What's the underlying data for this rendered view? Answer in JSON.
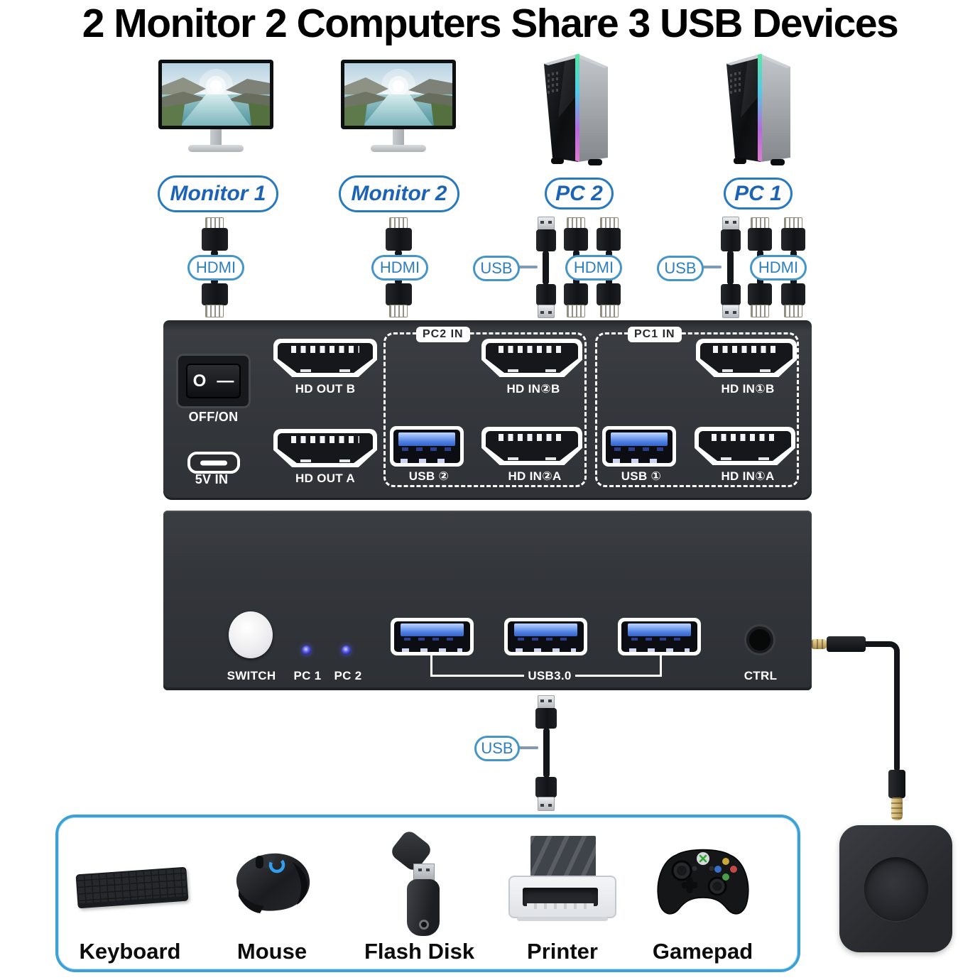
{
  "title": "2 Monitor 2 Computers Share 3 USB Devices",
  "sources": {
    "monitor1": "Monitor 1",
    "monitor2": "Monitor 2",
    "pc2": "PC 2",
    "pc1": "PC 1"
  },
  "cables": {
    "monitor1_tag": "HDMI",
    "monitor2_tag": "HDMI",
    "pc2_usb_tag": "USB",
    "pc2_hdmi_tag": "HDMI",
    "pc1_usb_tag": "USB",
    "pc1_hdmi_tag": "HDMI",
    "hub_usb_tag": "USB"
  },
  "top_panel": {
    "power_switch": {
      "off_symbol": "O",
      "on_symbol": "—",
      "label": "OFF/ON"
    },
    "hd_out_b_label": "HD OUT B",
    "hd_out_a_label": "HD OUT A",
    "power_in_label": "5V IN",
    "pc2_group": {
      "title": "PC2 IN",
      "hd_b_label": "HD IN②B",
      "usb_label": "USB ②",
      "hd_a_label": "HD IN②A"
    },
    "pc1_group": {
      "title": "PC1 IN",
      "hd_b_label": "HD IN①B",
      "usb_label": "USB ①",
      "hd_a_label": "HD IN①A"
    }
  },
  "front_panel": {
    "switch_label": "SWITCH",
    "led1_label": "PC 1",
    "led2_label": "PC 2",
    "usb_group_label": "USB3.0",
    "ctrl_label": "CTRL"
  },
  "devices_box": {
    "items": [
      {
        "label": "Keyboard"
      },
      {
        "label": "Mouse"
      },
      {
        "label": "Flash Disk"
      },
      {
        "label": "Printer"
      },
      {
        "label": "Gamepad"
      }
    ]
  },
  "colors": {
    "accent_blue": "#2d7fc0",
    "label_blue": "#1d63b5",
    "box_border_blue": "#3da0d6",
    "device_body": "#33363b",
    "usb_port_blue": "#4a7de0",
    "led_blue": "#4547d8"
  }
}
